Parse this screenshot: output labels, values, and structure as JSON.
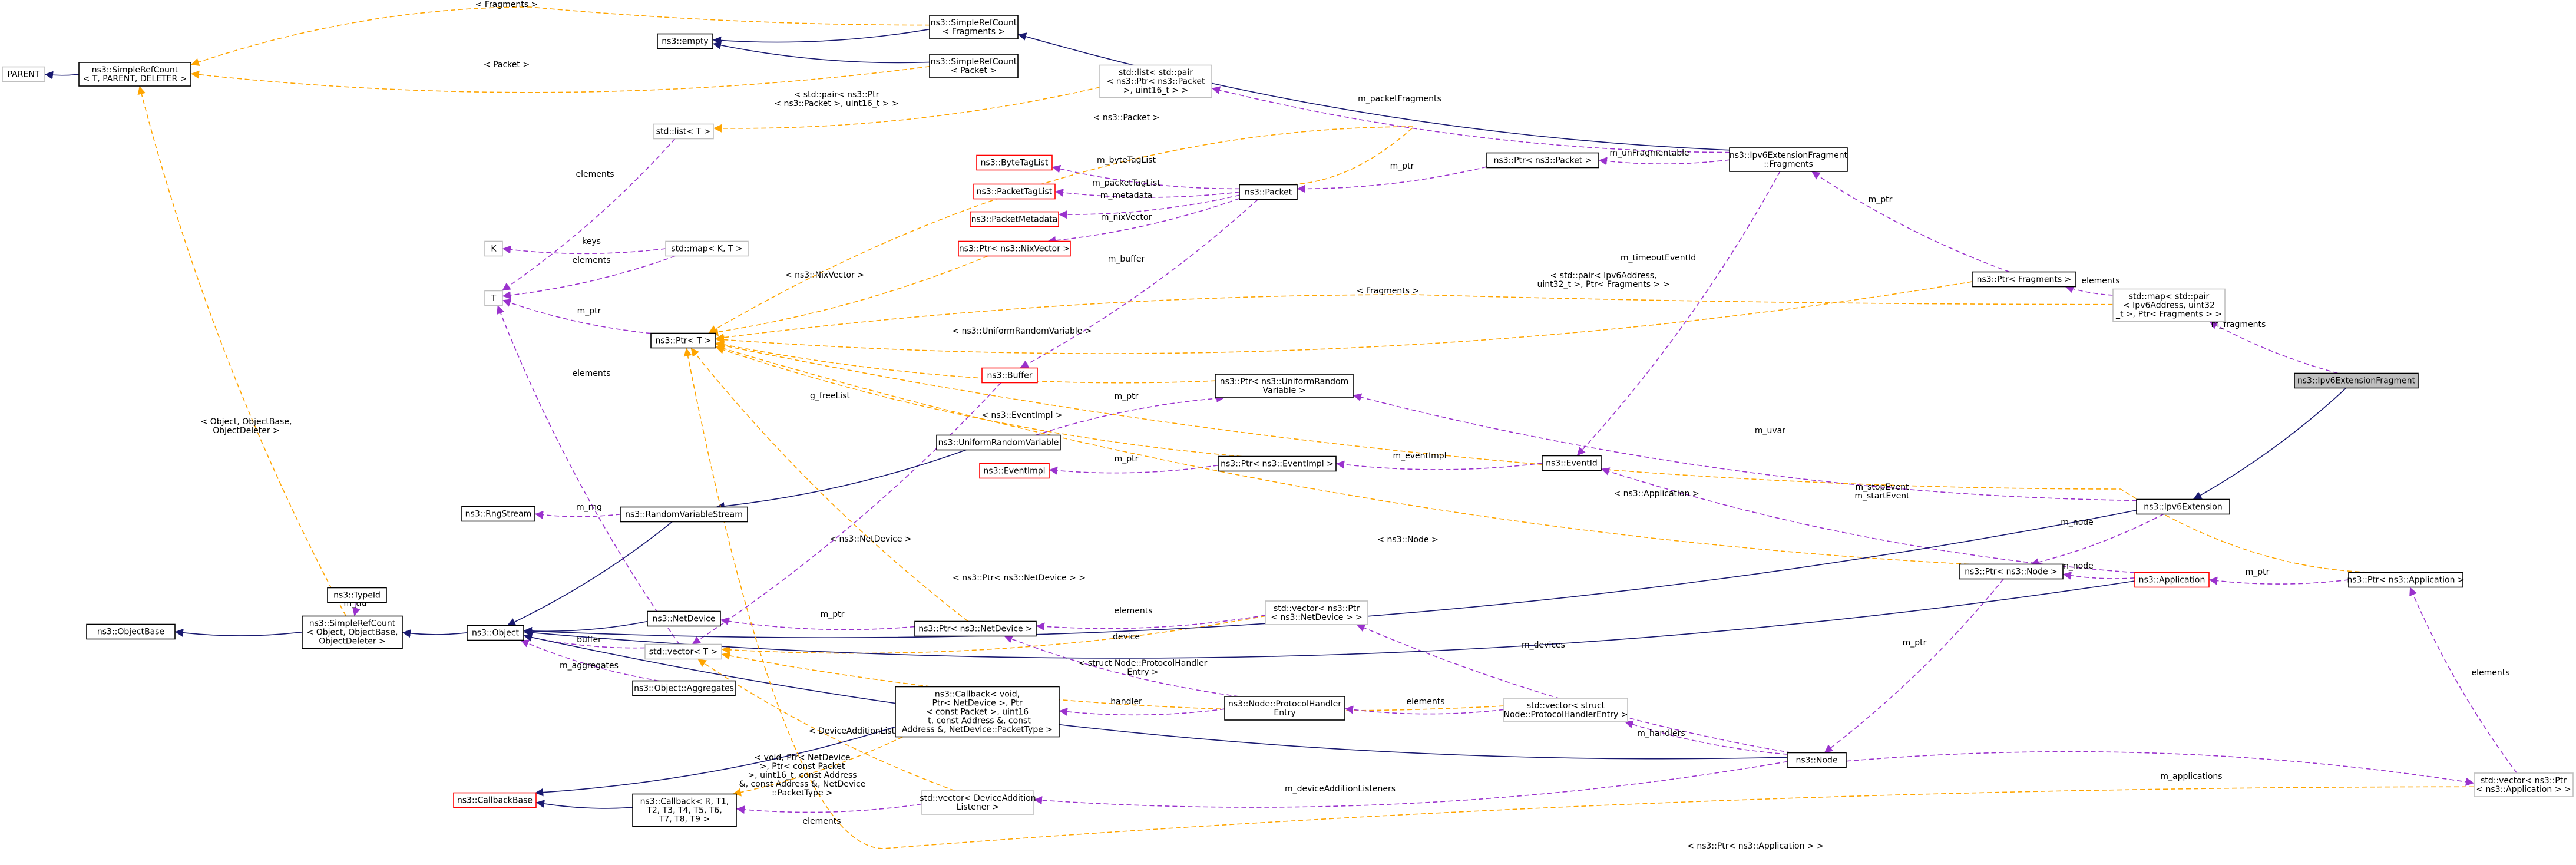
{
  "nodes": {
    "parent": {
      "lines": [
        "PARENT"
      ],
      "style": "gray"
    },
    "simplerefcount_tpd": {
      "lines": [
        "ns3::SimpleRefCount",
        "< T, PARENT, DELETER >"
      ],
      "style": "black"
    },
    "empty": {
      "lines": [
        "ns3::empty"
      ],
      "style": "black"
    },
    "srefc_fragments": {
      "lines": [
        "ns3::SimpleRefCount",
        "< Fragments >"
      ],
      "style": "black"
    },
    "srefc_packet": {
      "lines": [
        "ns3::SimpleRefCount",
        "< Packet >"
      ],
      "style": "black"
    },
    "list_pair": {
      "lines": [
        "std::list< std::pair",
        "< ns3::Ptr< ns3::Packet",
        ">, uint16_t > >"
      ],
      "style": "gray"
    },
    "list_t": {
      "lines": [
        "std::list< T >"
      ],
      "style": "gray"
    },
    "k": {
      "lines": [
        "K"
      ],
      "style": "gray"
    },
    "map_kt": {
      "lines": [
        "std::map< K, T >"
      ],
      "style": "gray"
    },
    "t": {
      "lines": [
        "T"
      ],
      "style": "gray"
    },
    "ptr_t": {
      "lines": [
        "ns3::Ptr< T >"
      ],
      "style": "black"
    },
    "bytetaglist": {
      "lines": [
        "ns3::ByteTagList"
      ],
      "style": "red"
    },
    "packettaglist": {
      "lines": [
        "ns3::PacketTagList"
      ],
      "style": "red"
    },
    "packetmetadata": {
      "lines": [
        "ns3::PacketMetadata"
      ],
      "style": "red"
    },
    "ptr_nixvector": {
      "lines": [
        "ns3::Ptr< ns3::NixVector >"
      ],
      "style": "red"
    },
    "packet": {
      "lines": [
        "ns3::Packet"
      ],
      "style": "black"
    },
    "ptr_packet": {
      "lines": [
        "ns3::Ptr< ns3::Packet >"
      ],
      "style": "black"
    },
    "fragments": {
      "lines": [
        "ns3::Ipv6ExtensionFragment",
        "::Fragments"
      ],
      "style": "black"
    },
    "ptr_fragments": {
      "lines": [
        "ns3::Ptr< Fragments >"
      ],
      "style": "black"
    },
    "map_pair": {
      "lines": [
        "std::map< std::pair",
        "< Ipv6Address, uint32",
        "_t >, Ptr< Fragments > >"
      ],
      "style": "gray"
    },
    "ipv6extfragment": {
      "lines": [
        "ns3::Ipv6ExtensionFragment"
      ],
      "style": "focus"
    },
    "buffer": {
      "lines": [
        "ns3::Buffer"
      ],
      "style": "red"
    },
    "ptr_urv": {
      "lines": [
        "ns3::Ptr< ns3::UniformRandom",
        "Variable >"
      ],
      "style": "black"
    },
    "urv": {
      "lines": [
        "ns3::UniformRandomVariable"
      ],
      "style": "black"
    },
    "eventimpl": {
      "lines": [
        "ns3::EventImpl"
      ],
      "style": "red"
    },
    "ptr_eventimpl": {
      "lines": [
        "ns3::Ptr< ns3::EventImpl >"
      ],
      "style": "black"
    },
    "eventid": {
      "lines": [
        "ns3::EventId"
      ],
      "style": "black"
    },
    "rngstream": {
      "lines": [
        "ns3::RngStream"
      ],
      "style": "black"
    },
    "rvstream": {
      "lines": [
        "ns3::RandomVariableStream"
      ],
      "style": "black"
    },
    "ipv6extension": {
      "lines": [
        "ns3::Ipv6Extension"
      ],
      "style": "black"
    },
    "typeid": {
      "lines": [
        "ns3::TypeId"
      ],
      "style": "black"
    },
    "objectbase": {
      "lines": [
        "ns3::ObjectBase"
      ],
      "style": "black"
    },
    "srefc_object": {
      "lines": [
        "ns3::SimpleRefCount",
        "< Object, ObjectBase,",
        "ObjectDeleter >"
      ],
      "style": "black"
    },
    "object": {
      "lines": [
        "ns3::Object"
      ],
      "style": "black"
    },
    "netdevice": {
      "lines": [
        "ns3::NetDevice"
      ],
      "style": "black"
    },
    "ptr_netdevice": {
      "lines": [
        "ns3::Ptr< ns3::NetDevice >"
      ],
      "style": "black"
    },
    "vector_ptr_nd": {
      "lines": [
        "std::vector< ns3::Ptr",
        "< ns3::NetDevice > >"
      ],
      "style": "gray"
    },
    "vector_t": {
      "lines": [
        "std::vector< T >"
      ],
      "style": "gray"
    },
    "aggregates": {
      "lines": [
        "ns3::Object::Aggregates"
      ],
      "style": "black"
    },
    "callback_void": {
      "lines": [
        "ns3::Callback< void,",
        "Ptr< NetDevice >, Ptr",
        "< const Packet >, uint16",
        "_t, const Address &, const",
        "Address &, NetDevice::PacketType >"
      ],
      "style": "black"
    },
    "protocolhandler": {
      "lines": [
        "ns3::Node::ProtocolHandler",
        "Entry"
      ],
      "style": "black"
    },
    "vector_phe": {
      "lines": [
        "std::vector< struct",
        "Node::ProtocolHandlerEntry >"
      ],
      "style": "gray"
    },
    "ptr_node": {
      "lines": [
        "ns3::Ptr< ns3::Node >"
      ],
      "style": "black"
    },
    "application": {
      "lines": [
        "ns3::Application"
      ],
      "style": "red"
    },
    "ptr_application": {
      "lines": [
        "ns3::Ptr< ns3::Application >"
      ],
      "style": "black"
    },
    "node": {
      "lines": [
        "ns3::Node"
      ],
      "style": "black"
    },
    "callbackbase": {
      "lines": [
        "ns3::CallbackBase"
      ],
      "style": "red"
    },
    "callback_rt": {
      "lines": [
        "ns3::Callback< R, T1,",
        "T2, T3, T4, T5, T6,",
        "T7, T8, T9 >"
      ],
      "style": "black"
    },
    "vector_dal": {
      "lines": [
        "std::vector< DeviceAddition",
        "Listener >"
      ],
      "style": "gray"
    },
    "vector_ptr_app": {
      "lines": [
        "std::vector< ns3::Ptr",
        "< ns3::Application > >"
      ],
      "style": "gray"
    }
  },
  "edge_labels": {
    "fragments_tpl": [
      "< Fragments >"
    ],
    "packet_tpl": [
      "< Packet >"
    ],
    "pair_tpl": [
      "< std::pair< ns3::Ptr",
      "< ns3::Packet >, uint16_t > >"
    ],
    "elements_list": [
      "elements"
    ],
    "keys": [
      "keys"
    ],
    "elements_map": [
      "elements"
    ],
    "m_ptr_t": [
      "m_ptr"
    ],
    "nixvector_tpl": [
      "< ns3::NixVector >"
    ],
    "packet_tpl2": [
      "< ns3::Packet >"
    ],
    "m_bytetaglist": [
      "m_byteTagList"
    ],
    "m_packettaglist": [
      "m_packetTagList"
    ],
    "m_metadata": [
      "m_metadata"
    ],
    "m_nixvector": [
      "m_nixVector"
    ],
    "m_buffer": [
      "m_buffer"
    ],
    "m_ptr_packet": [
      "m_ptr"
    ],
    "m_unfragmentable": [
      "m_unFragmentable"
    ],
    "m_packetfragments": [
      "m_packetFragments"
    ],
    "m_ptr_frag": [
      "m_ptr"
    ],
    "elements_frag": [
      "elements"
    ],
    "m_fragments": [
      "m_fragments"
    ],
    "pair_map_tpl": [
      "< std::pair< Ipv6Address,",
      "uint32_t >, Ptr< Fragments > >"
    ],
    "fragments_tpl2": [
      "< Fragments >"
    ],
    "m_timeoutid": [
      "m_timeoutEventId"
    ],
    "urv_tpl": [
      "< ns3::UniformRandomVariable >"
    ],
    "g_freelist": [
      "g_freeList"
    ],
    "m_ptr_urv": [
      "m_ptr"
    ],
    "eventimpl_tpl": [
      "< ns3::EventImpl >"
    ],
    "m_ptr_event": [
      "m_ptr"
    ],
    "m_eventimpl": [
      "m_eventImpl"
    ],
    "m_uvar": [
      "m_uvar"
    ],
    "application_tpl": [
      "< ns3::Application >"
    ],
    "m_stopevent": [
      "m_stopEvent",
      "m_startEvent"
    ],
    "m_rng": [
      "m_rng"
    ],
    "obj_tpl": [
      "< Object, ObjectBase,",
      "ObjectDeleter >"
    ],
    "elements_t": [
      "elements"
    ],
    "node_tpl": [
      "< ns3::Node >"
    ],
    "m_node_ext": [
      "m_node"
    ],
    "m_node_app": [
      "m_node"
    ],
    "m_ptr_app": [
      "m_ptr"
    ],
    "netdevice_tpl": [
      "< ns3::NetDevice >"
    ],
    "ptrnetdevice_tpl": [
      "< ns3::Ptr< ns3::NetDevice > >"
    ],
    "m_tid": [
      "m_tid"
    ],
    "m_ptr_nd": [
      "m_ptr"
    ],
    "elements_nd": [
      "elements"
    ],
    "buffer_lbl": [
      "buffer"
    ],
    "m_aggregates": [
      "m_aggregates"
    ],
    "device": [
      "device"
    ],
    "m_devices": [
      "m_devices"
    ],
    "phe_tpl": [
      "< struct Node::ProtocolHandler",
      "Entry >"
    ],
    "handler": [
      "handler"
    ],
    "elements_phe": [
      "elements"
    ],
    "m_handlers": [
      "m_handlers"
    ],
    "m_ptr_node": [
      "m_ptr"
    ],
    "elements_app": [
      "elements"
    ],
    "dal_tpl": [
      "< DeviceAdditionListener >"
    ],
    "void_tpl": [
      "< void, Ptr< NetDevice",
      ">, Ptr< const Packet",
      ">, uint16_t, const Address",
      "&, const Address &, NetDevice",
      "::PacketType >"
    ],
    "m_devaddlisteners": [
      "m_deviceAdditionListeners"
    ],
    "m_applications": [
      "m_applications"
    ],
    "elements_dal": [
      "elements"
    ],
    "ptrapp_tpl": [
      "< ns3::Ptr< ns3::Application > >"
    ]
  },
  "colors": {
    "inheritance": "#191970",
    "usage": "#9a32cd",
    "template": "#ffa500",
    "focus_fill": "#bfbfbf",
    "gray_border": "#bfbfbf",
    "red_border": "#ff0000"
  }
}
